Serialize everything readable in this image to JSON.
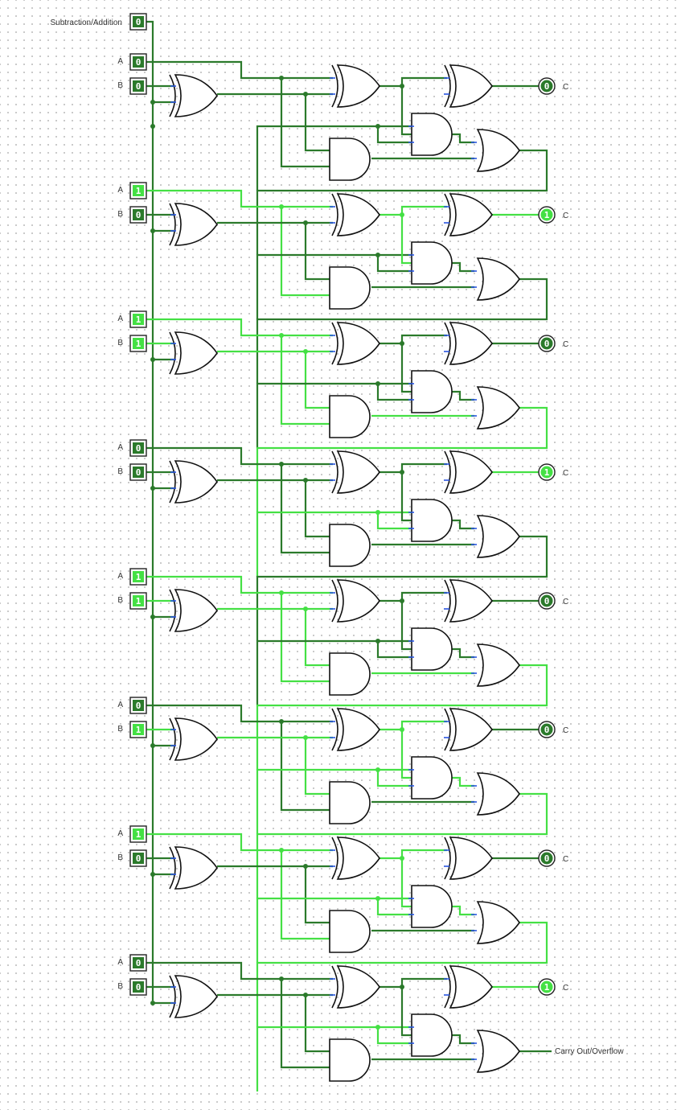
{
  "title_label": "Subtraction/Addition",
  "control": {
    "label": "Subtraction/Addition",
    "value": 0
  },
  "carry_out_label": "Carry Out/Overflow",
  "colors": {
    "wire_low": "#2b7a2b",
    "wire_high": "#44e044",
    "gate_stroke": "#111111",
    "pin_bg": "#ffffff",
    "bubble": "#2a55e0"
  },
  "stages": [
    {
      "a_label": "A",
      "a": 0,
      "b_label": "B",
      "b": 0,
      "c_label": "C",
      "c": 0,
      "carry_in": 0,
      "carry_out": 0
    },
    {
      "a_label": "A",
      "a": 1,
      "b_label": "B",
      "b": 0,
      "c_label": "C",
      "c": 1,
      "carry_in": 0,
      "carry_out": 0
    },
    {
      "a_label": "A",
      "a": 1,
      "b_label": "B",
      "b": 1,
      "c_label": "C",
      "c": 0,
      "carry_in": 0,
      "carry_out": 1
    },
    {
      "a_label": "A",
      "a": 0,
      "b_label": "B",
      "b": 0,
      "c_label": "C",
      "c": 1,
      "carry_in": 1,
      "carry_out": 0
    },
    {
      "a_label": "A",
      "a": 1,
      "b_label": "B",
      "b": 1,
      "c_label": "C",
      "c": 0,
      "carry_in": 0,
      "carry_out": 1
    },
    {
      "a_label": "A",
      "a": 0,
      "b_label": "B",
      "b": 1,
      "c_label": "C",
      "c": 0,
      "carry_in": 1,
      "carry_out": 1
    },
    {
      "a_label": "A",
      "a": 1,
      "b_label": "B",
      "b": 0,
      "c_label": "C",
      "c": 0,
      "carry_in": 1,
      "carry_out": 1
    },
    {
      "a_label": "A",
      "a": 0,
      "b_label": "B",
      "b": 0,
      "c_label": "C",
      "c": 1,
      "carry_in": 1,
      "carry_out": 0
    }
  ]
}
